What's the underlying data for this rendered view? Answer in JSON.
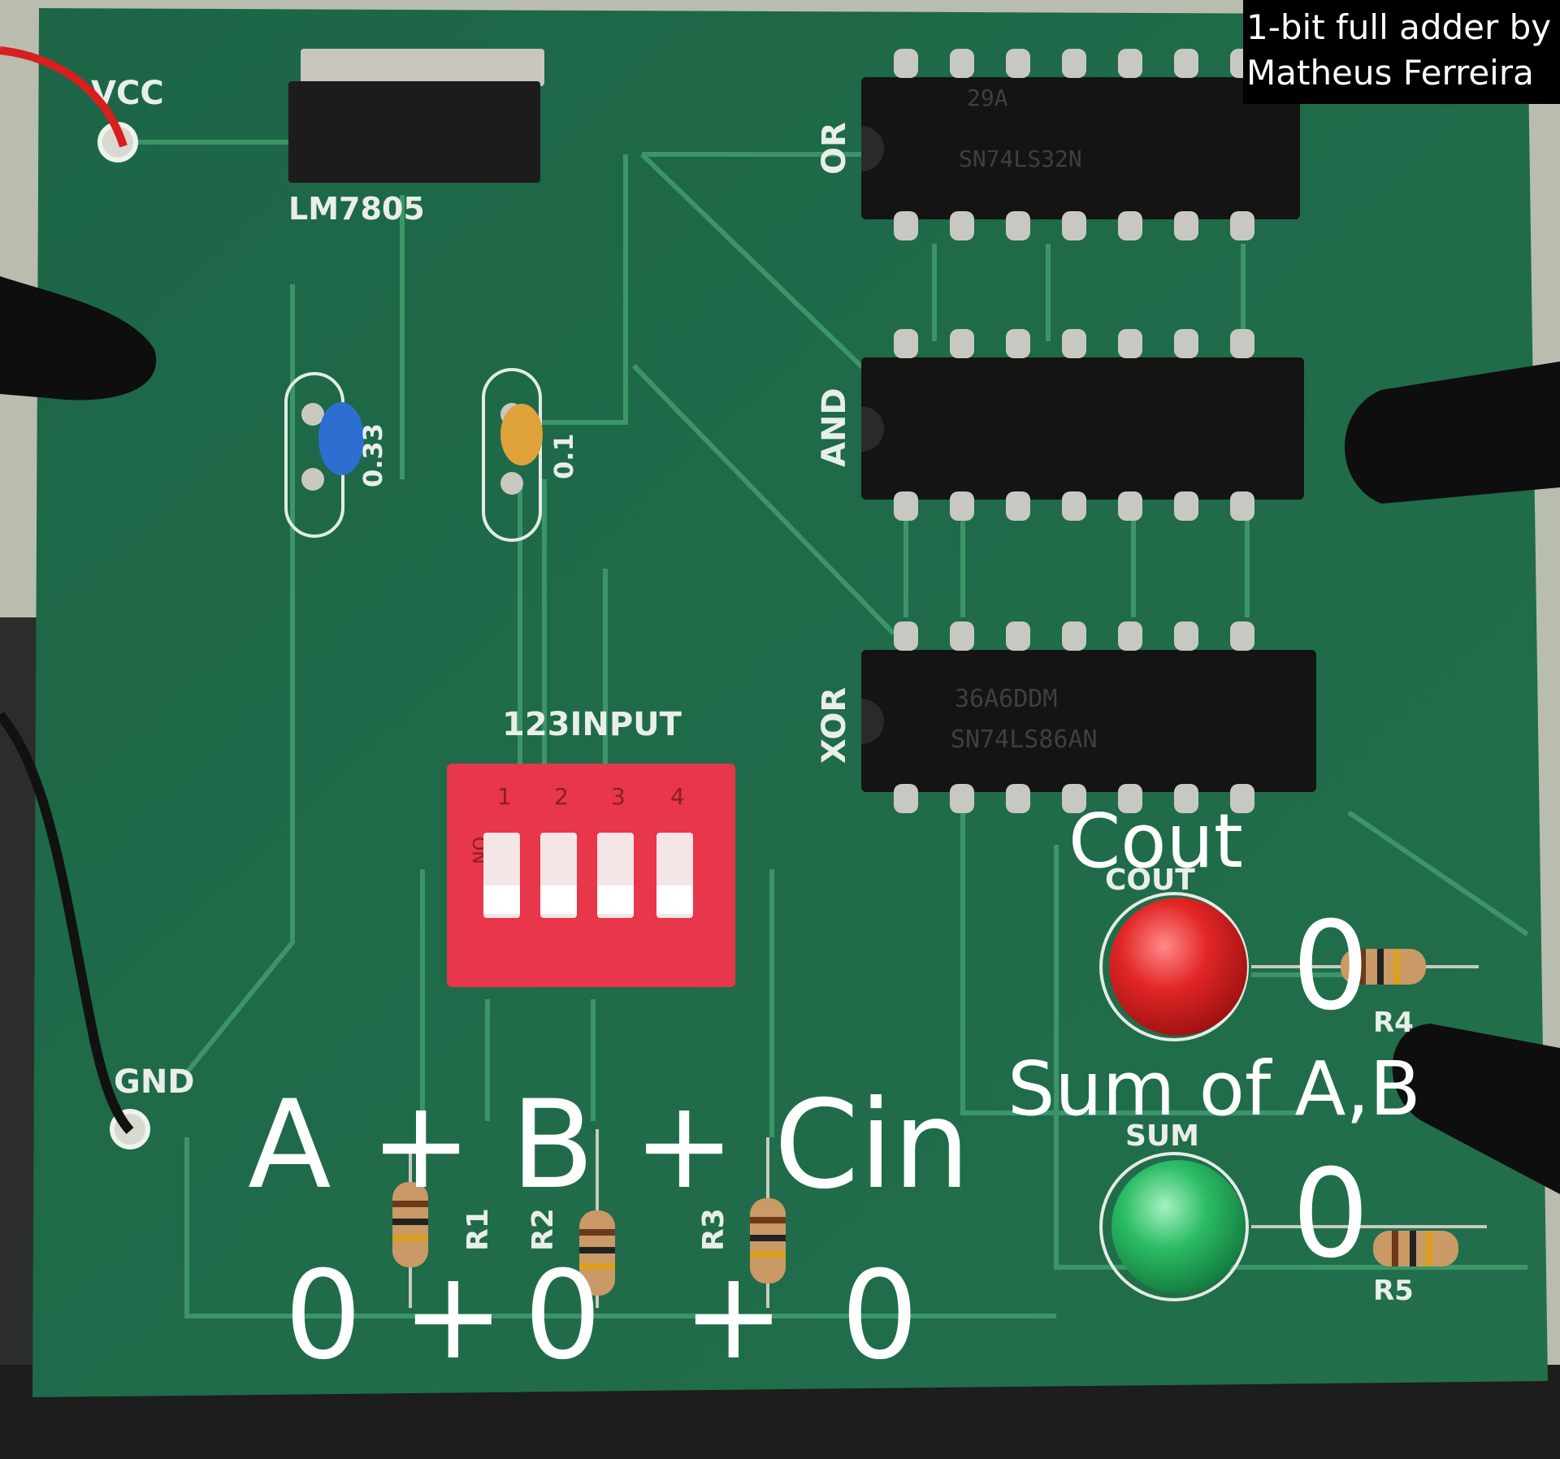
{
  "caption": {
    "line1": "1-bit full adder by",
    "line2": "Matheus Ferreira"
  },
  "board": {
    "silkscreen": {
      "vcc": "VCC",
      "gnd": "GND",
      "regulator": "LM7805",
      "cap1": "0.33",
      "cap2": "0.1",
      "input": "123INPUT",
      "or": "OR",
      "and": "AND",
      "xor": "XOR",
      "cout": "COUT",
      "sum": "SUM",
      "r1": "R1",
      "r2": "R2",
      "r3": "R3",
      "r4": "R4",
      "r5": "R5",
      "dip_on": "ON",
      "dip_1": "1",
      "dip_2": "2",
      "dip_3": "3",
      "dip_4": "4"
    },
    "chip_markings": {
      "or_line1": "29A",
      "or_line2": "SN74LS32N",
      "xor_line1": "36A6DDM",
      "xor_line2": "SN74LS86AN"
    }
  },
  "overlay": {
    "cout_label": "Cout",
    "cout_value": "0",
    "sum_label": "Sum of A,B",
    "sum_value": "0",
    "equation": "A + B + Cin",
    "a_value": "0",
    "plus1": "+",
    "b_value": "0",
    "plus2": "+",
    "cin_value": "0"
  },
  "colors": {
    "pcb": "#1f6b4a",
    "led_cout": "#d91f1f",
    "led_sum": "#22b25a",
    "dip_switch": "#e8364a"
  }
}
